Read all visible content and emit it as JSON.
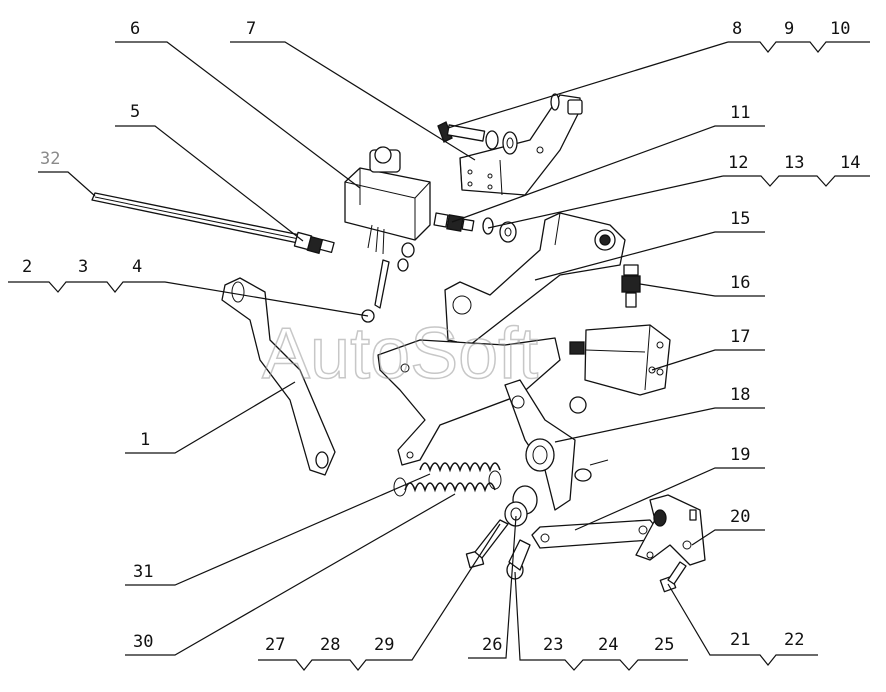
{
  "watermark": "AutoSoft",
  "callouts": [
    {
      "id": "c1",
      "text": "1"
    },
    {
      "id": "c2",
      "text": "2"
    },
    {
      "id": "c3",
      "text": "3"
    },
    {
      "id": "c4",
      "text": "4"
    },
    {
      "id": "c5",
      "text": "5"
    },
    {
      "id": "c6",
      "text": "6"
    },
    {
      "id": "c7",
      "text": "7"
    },
    {
      "id": "c8",
      "text": "8"
    },
    {
      "id": "c9",
      "text": "9"
    },
    {
      "id": "c10",
      "text": "10"
    },
    {
      "id": "c11",
      "text": "11"
    },
    {
      "id": "c12",
      "text": "12"
    },
    {
      "id": "c13",
      "text": "13"
    },
    {
      "id": "c14",
      "text": "14"
    },
    {
      "id": "c15",
      "text": "15"
    },
    {
      "id": "c16",
      "text": "16"
    },
    {
      "id": "c17",
      "text": "17"
    },
    {
      "id": "c18",
      "text": "18"
    },
    {
      "id": "c19",
      "text": "19"
    },
    {
      "id": "c20",
      "text": "20"
    },
    {
      "id": "c21",
      "text": "21"
    },
    {
      "id": "c22",
      "text": "22"
    },
    {
      "id": "c23",
      "text": "23"
    },
    {
      "id": "c24",
      "text": "24"
    },
    {
      "id": "c25",
      "text": "25"
    },
    {
      "id": "c26",
      "text": "26"
    },
    {
      "id": "c27",
      "text": "27"
    },
    {
      "id": "c28",
      "text": "28"
    },
    {
      "id": "c29",
      "text": "29"
    },
    {
      "id": "c30",
      "text": "30"
    },
    {
      "id": "c31",
      "text": "31"
    },
    {
      "id": "c32",
      "text": "32"
    }
  ],
  "colors": {
    "line": "#111111",
    "muted_label": "#8a8a8a",
    "watermark": "#9a9a9a",
    "background": "#ffffff"
  }
}
